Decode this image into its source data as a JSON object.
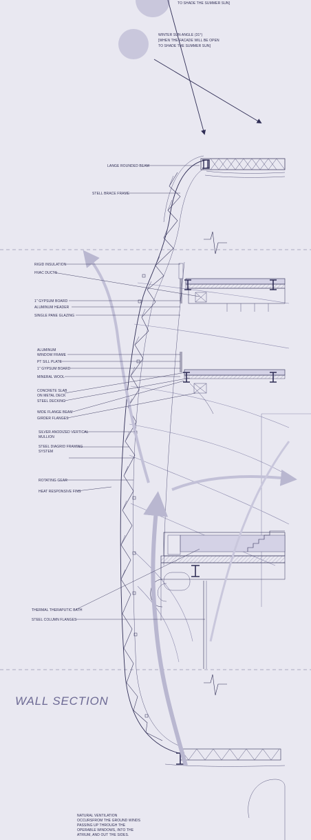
{
  "title": "WALL SECTION",
  "sun_notes": {
    "summer_fragment": "TO SHADE THE SUMMER SUN]",
    "winter_line1": "WINTER SUN ANGLE (31°)",
    "winter_line2": "[WHEN THE FACADE WILL BE OPEN",
    "winter_line3": "TO SHADE THE SUMMER SUN]"
  },
  "callouts": {
    "flange_rounded_beam": "LANGE ROUNDED BEAM",
    "steel_brace_frame": "STELL BRACE FRAME",
    "rigid_insulation": "RIGID INSULATION",
    "hvac_ducts": "HVAC DUCTS",
    "gypsum_board_1": "1\" GYPSUM BOARD",
    "aluminum_header": "ALUMINUM HEADER",
    "single_pane_glazing": "SINGLE PANE GLAZING",
    "aluminum_window_frame_1": "ALUMINUM",
    "aluminum_window_frame_2": "WINDOW FRAME",
    "pt_sill_plate": "PT SILL PLATE",
    "gypsum_board_2": "1\" GYPSUM BOARD",
    "mineral_wool": "MINERAL WOOL",
    "concrete_slab_1": "CONCRETE SLAB",
    "concrete_slab_2": "ON METAL DECK",
    "steel_decking": "STEEL DECKING",
    "wide_flange_beam": "WIDE FLANGE BEAM",
    "girder_flanges": "GIRDER FLANGES",
    "silver_mullion_1": "SILVER ANODIZED VERTICAL",
    "silver_mullion_2": "MULLION",
    "diagrid_1": "STEEL DIAGRID FRAMING",
    "diagrid_2": "SYSTEM",
    "rotating_gear": "ROTATING GEAR",
    "heat_fins": "HEAT RESPONSIVE FINS",
    "thermal_bath": "THERMAL THERAPUTIC BATH",
    "steel_column_flanges": "STEEL COLUMN FLANGES"
  },
  "ventilation_note": {
    "line1": "NATURAL VENTILATION",
    "line2": "OCCURSFROM THE GROUND WINDS",
    "line3": "PASSING UP THROUGH THE",
    "line4": "OPERABLE WINDOWS, INTO THE",
    "line5": "ATRIUM, AND OUT THE SIDES."
  },
  "colors": {
    "background": "#e9e8f1",
    "ink": "#2f2d55",
    "sun_disc": "#c9c7dc",
    "airflow_arrow": "#b9b7d0",
    "floor_fill": "#d4d2e6",
    "title": "#6d6a94"
  }
}
